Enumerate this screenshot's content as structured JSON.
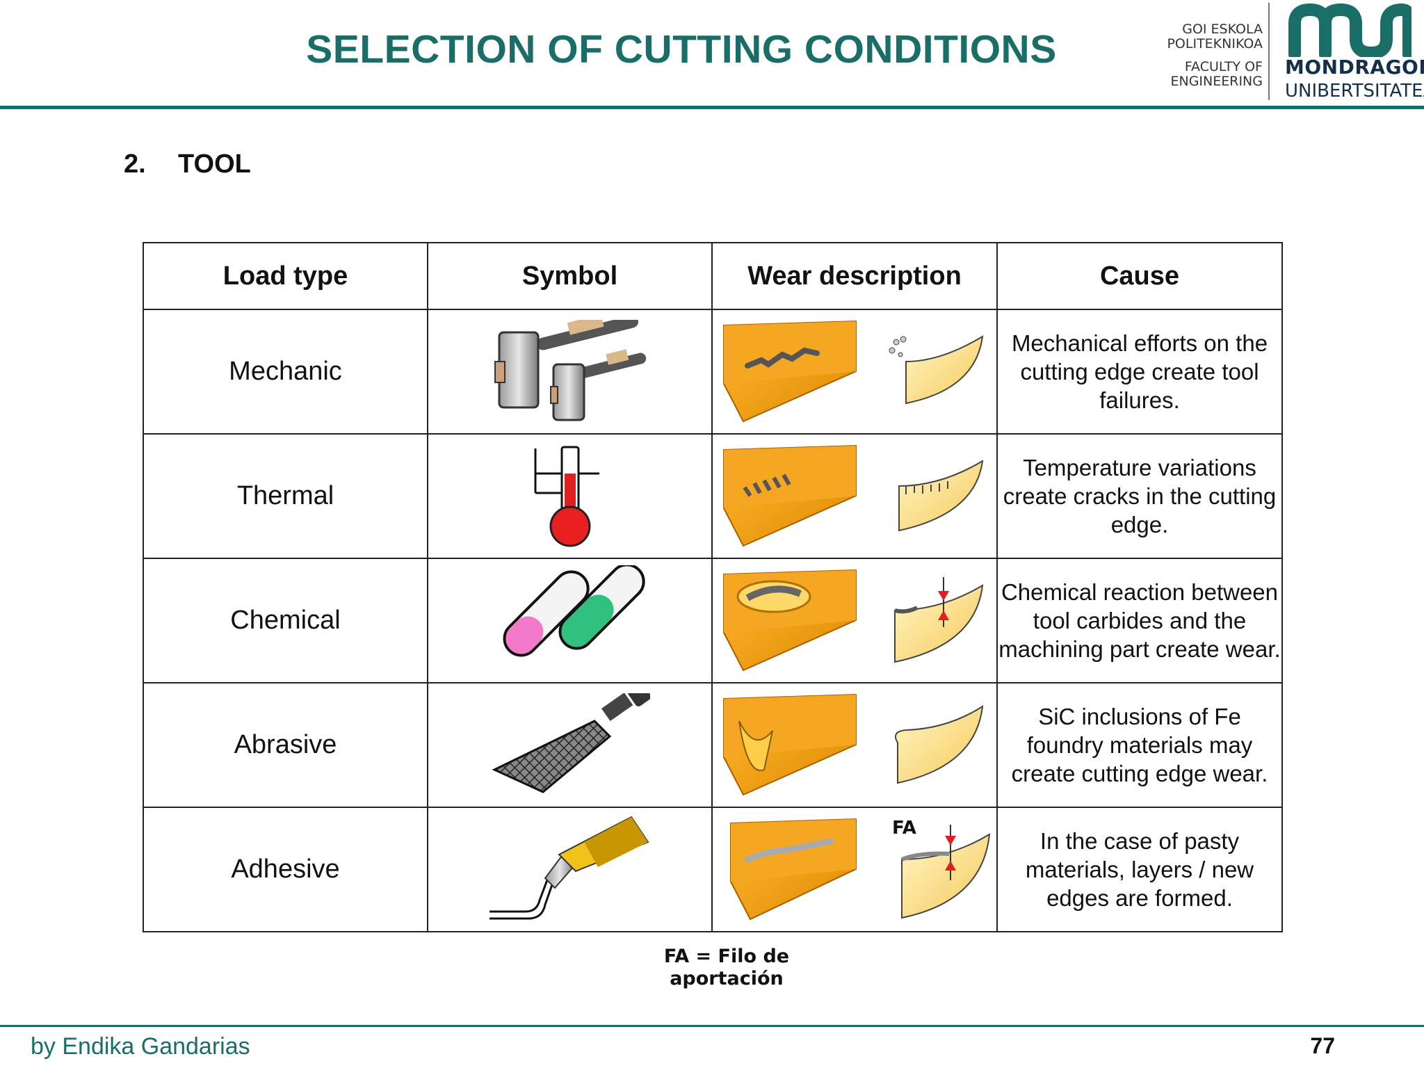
{
  "header": {
    "title": "SELECTION OF CUTTING CONDITIONS",
    "faculty_lines": [
      "GOI ESKOLA",
      "POLITEKNIKOA",
      "FACULTY OF",
      "ENGINEERING"
    ],
    "logo_name": "MONDRAGON",
    "logo_subname": "UNIBERTSITATEA",
    "brand_color": "#1a6e68"
  },
  "section": {
    "number": "2.",
    "title": "TOOL"
  },
  "table": {
    "headers": [
      "Load type",
      "Symbol",
      "Wear description",
      "Cause"
    ],
    "rows": [
      {
        "load": "Mechanic",
        "symbol_icon": "hammers-icon",
        "cause": "Mechanical efforts on the cutting edge create tool failures."
      },
      {
        "load": "Thermal",
        "symbol_icon": "thermometer-icon",
        "cause": "Temperature variations create cracks in the cutting edge."
      },
      {
        "load": "Chemical",
        "symbol_icon": "test-tubes-icon",
        "cause": "Chemical reaction between tool carbides and the machining part create wear."
      },
      {
        "load": "Abrasive",
        "symbol_icon": "file-tool-icon",
        "cause": "SiC inclusions of Fe foundry materials may create cutting edge wear."
      },
      {
        "load": "Adhesive",
        "symbol_icon": "glue-tube-icon",
        "cause": "In the case of pasty materials, layers / new edges are formed."
      }
    ],
    "fa_label": "FA"
  },
  "note": {
    "line1": "FA = Filo de",
    "line2": "aportación"
  },
  "footer": {
    "author": "by Endika Gandarias",
    "page": "77"
  }
}
